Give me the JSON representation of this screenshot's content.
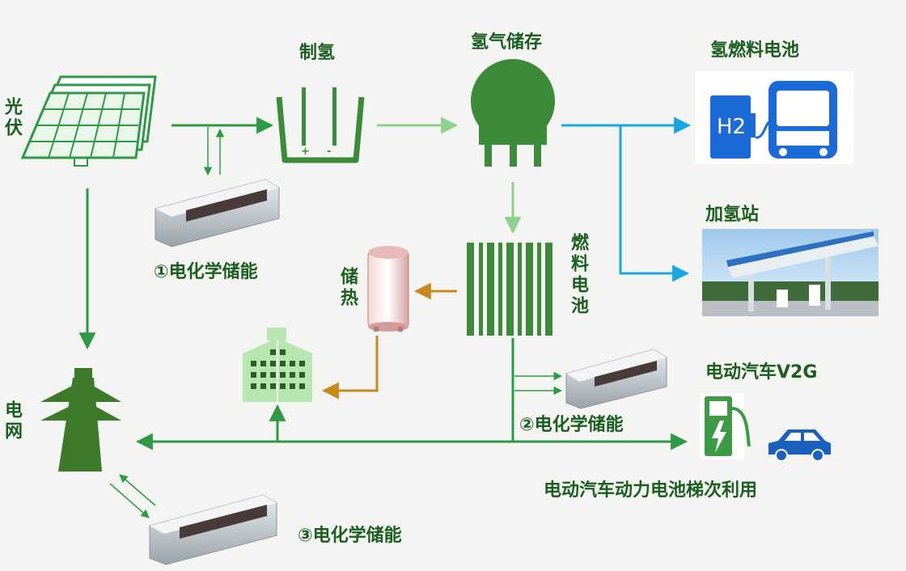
{
  "labels": {
    "pv": "光伏",
    "electrolysis": "制氢",
    "h2_storage": "氢气储存",
    "h2_fuel_cell": "氢燃料电池",
    "h2_station": "加氢站",
    "fuel_cell": "燃料电池",
    "heat_storage": "储热",
    "grid": "电网",
    "ev_v2g": "电动汽车V2G",
    "battery_reuse": "电动汽车动力电池梯次利用",
    "storage_1": "①电化学储能",
    "storage_2": "②电化学储能",
    "storage_3": "③电化学储能",
    "h2_symbol": "H2",
    "anode": "+",
    "cathode": "-"
  },
  "colors": {
    "green": "#2e8b3a",
    "light_green": "#8fd18f",
    "blue": "#1aa6e0",
    "orange": "#c88a1e",
    "dark_green": "#3d7a2a"
  }
}
